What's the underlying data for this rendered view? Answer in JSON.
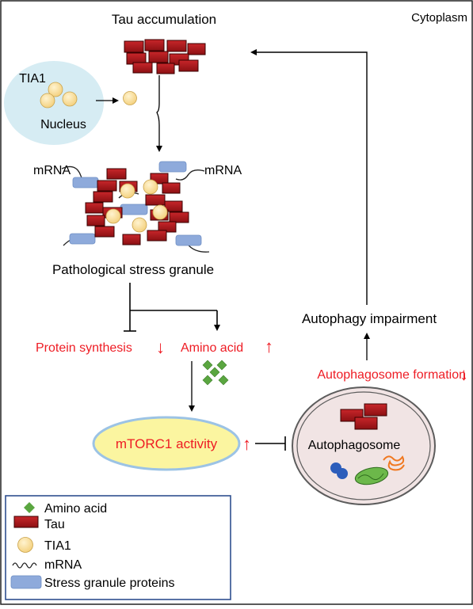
{
  "labels": {
    "tau_accumulation": "Tau accumulation",
    "cytoplasm": "Cytoplasm",
    "tia1": "TIA1",
    "nucleus": "Nucleus",
    "mrna_left": "mRNA",
    "mrna_right": "mRNA",
    "pathological_sg": "Pathological stress granule",
    "protein_synthesis": "Protein synthesis",
    "amino_acid": "Amino acid",
    "mtorc1": "mTORC1 activity",
    "autophagosome": "Autophagosome",
    "autophagosome_formation": "Autophagosome formation",
    "autophagy_impairment": "Autophagy impairment"
  },
  "legend": {
    "items": [
      {
        "label": "Amino acid",
        "symbol": "green-diamond"
      },
      {
        "label": "Tau",
        "symbol": "red-block"
      },
      {
        "label": "TIA1",
        "symbol": "yellow-circle"
      },
      {
        "label": "mRNA",
        "symbol": "wavy-line"
      },
      {
        "label": "Stress granule proteins",
        "symbol": "blue-rounded-rect"
      }
    ]
  },
  "indicators": {
    "down": "↓",
    "up": "↑"
  },
  "colors": {
    "tau": "#b0181c",
    "tia1": "#fbe2a0",
    "sg_protein": "#8eaadb",
    "amino_acid": "#5aa640",
    "nucleus_fill": "#d6ecf3",
    "mtorc1_fill": "#fbf5a0",
    "mtorc1_border": "#9cc3e5",
    "autophagosome_fill": "#f1e4e4",
    "highlight_red": "#ee1c24",
    "legend_border": "#2f4f8f"
  }
}
